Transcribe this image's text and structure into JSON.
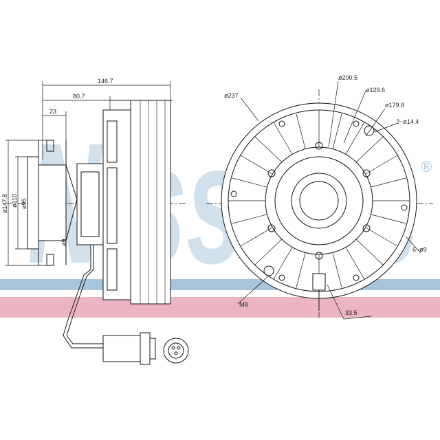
{
  "watermark": {
    "brand_text": "Nissens",
    "registered_mark": "®",
    "blue": "#9bbcd6",
    "pink": "#e9a9b9"
  },
  "side_view": {
    "dimensions": {
      "overall_length": "146.7",
      "hub_length": "80.7",
      "flange_length": "23",
      "outer_diameter": "ø147.8",
      "flange_diameter": "ø110",
      "pilot_diameter": "ø95",
      "bolt_hole": "ø9"
    }
  },
  "front_view": {
    "dimensions": {
      "overall_diameter": "ø237",
      "blade_diameter": "ø200.5",
      "hub_diameter": "ø129.6",
      "bolt_circle_diameter": "ø179.8",
      "threaded_holes": "2−ø14.4",
      "mounting_holes": "6−ø9",
      "thread": "M8",
      "offset": "33.5"
    }
  }
}
